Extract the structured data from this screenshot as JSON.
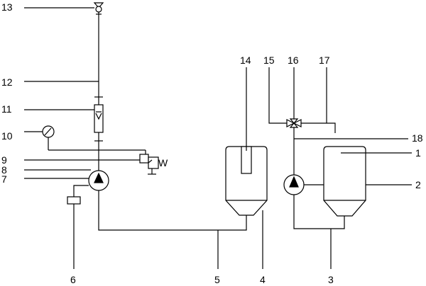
{
  "labels": {
    "l1": "1",
    "l2": "2",
    "l3": "3",
    "l4": "4",
    "l5": "5",
    "l6": "6",
    "l7": "7",
    "l8": "8",
    "l9": "9",
    "l10": "10",
    "l11": "11",
    "l12": "12",
    "l13": "13",
    "l14": "14",
    "l15": "15",
    "l16": "16",
    "l17": "17",
    "l18": "18",
    "valve_letter": "W"
  },
  "colors": {
    "line": "#000000",
    "background": "#ffffff"
  }
}
